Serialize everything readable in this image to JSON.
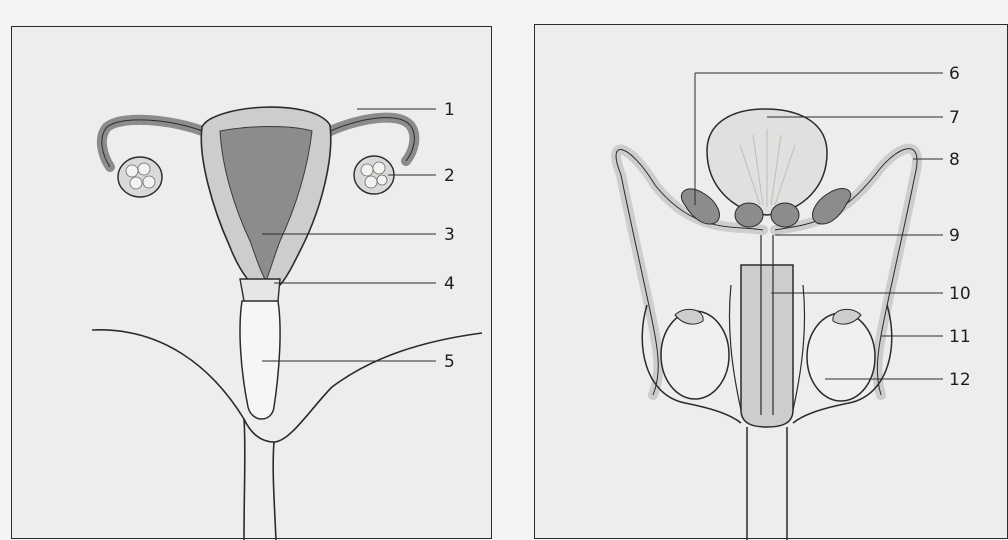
{
  "left_panel": {
    "labels": [
      "1",
      "2",
      "3",
      "4",
      "5"
    ]
  },
  "right_panel": {
    "labels": [
      "6",
      "7",
      "8",
      "9",
      "10",
      "11",
      "12"
    ]
  },
  "colors": {
    "panel_bg": "#ededeb",
    "organ_fill": "#cdcdcb",
    "dark_fill": "#8c8c8a",
    "outline": "#2b2b2b"
  }
}
